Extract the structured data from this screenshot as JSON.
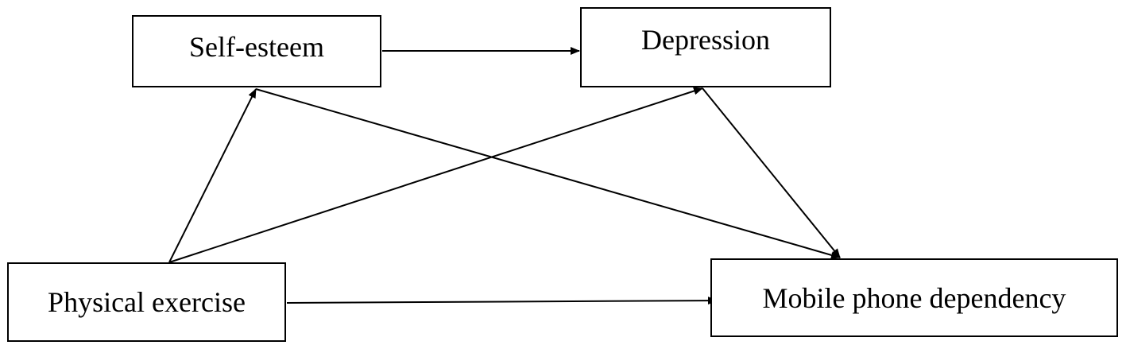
{
  "diagram": {
    "nodes": {
      "self_esteem": "Self-esteem",
      "depression": "Depression",
      "physical_exercise": "Physical exercise",
      "mobile_phone_dependency": "Mobile phone dependency"
    },
    "edges": [
      {
        "from": "self_esteem",
        "to": "depression"
      },
      {
        "from": "physical_exercise",
        "to": "self_esteem"
      },
      {
        "from": "physical_exercise",
        "to": "depression"
      },
      {
        "from": "physical_exercise",
        "to": "mobile_phone_dependency"
      },
      {
        "from": "self_esteem",
        "to": "mobile_phone_dependency"
      },
      {
        "from": "depression",
        "to": "mobile_phone_dependency"
      }
    ],
    "colors": {
      "stroke": "#000000",
      "background": "#ffffff"
    }
  }
}
